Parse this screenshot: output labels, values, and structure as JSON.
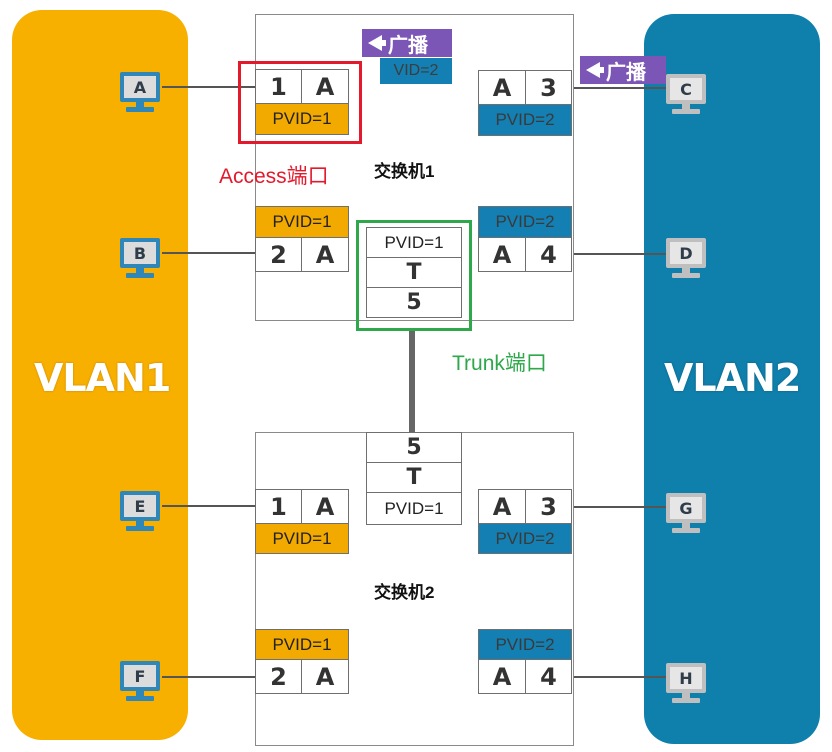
{
  "colors": {
    "vlan1": "#f8b000",
    "vlan2": "#0f7fab",
    "access_highlight": "#e21a2c",
    "trunk_highlight": "#2ea84a",
    "broadcast": "#7b56b6"
  },
  "vlans": {
    "vlan1_label": "VLAN1",
    "vlan2_label": "VLAN2"
  },
  "switch1": {
    "name": "交换机1",
    "ports": {
      "p1": {
        "num": "1",
        "mode": "A",
        "pvid": "PVID=1"
      },
      "p2": {
        "num": "2",
        "mode": "A",
        "pvid": "PVID=1"
      },
      "p3": {
        "num": "3",
        "mode": "A",
        "pvid": "PVID=2"
      },
      "p4": {
        "num": "4",
        "mode": "A",
        "pvid": "PVID=2"
      },
      "p5": {
        "num": "5",
        "mode": "T",
        "pvid": "PVID=1"
      }
    },
    "broadcast_label": "广播",
    "vid_tag": "VID=2"
  },
  "switch2": {
    "name": "交换机2",
    "ports": {
      "p1": {
        "num": "1",
        "mode": "A",
        "pvid": "PVID=1"
      },
      "p2": {
        "num": "2",
        "mode": "A",
        "pvid": "PVID=1"
      },
      "p3": {
        "num": "3",
        "mode": "A",
        "pvid": "PVID=2"
      },
      "p4": {
        "num": "4",
        "mode": "A",
        "pvid": "PVID=2"
      },
      "p5": {
        "num": "5",
        "mode": "T",
        "pvid": "PVID=1"
      }
    }
  },
  "hosts": {
    "a": "A",
    "b": "B",
    "c": "C",
    "d": "D",
    "e": "E",
    "f": "F",
    "g": "G",
    "h": "H"
  },
  "broadcast_c_label": "广播",
  "annotations": {
    "access_port": "Access端口",
    "trunk_port": "Trunk端口"
  }
}
